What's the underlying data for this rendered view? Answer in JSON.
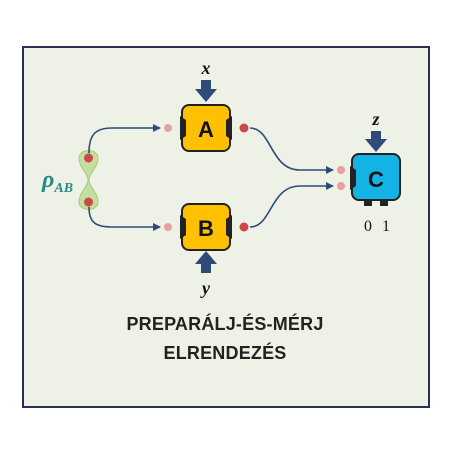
{
  "inputs": {
    "x": "x",
    "y": "y",
    "z": "z"
  },
  "boxes": {
    "a": "A",
    "b": "B",
    "c": "C"
  },
  "source": {
    "symbol": "ρ",
    "subscript": "AB"
  },
  "outputs": [
    "0",
    "1"
  ],
  "caption": {
    "line1": "PREPARÁLJ-ÉS-MÉRJ",
    "line2": "ELRENDEZÉS"
  },
  "colors": {
    "frame_border": "#2a2f55",
    "frame_fill": "#eef2e6",
    "box_ab": "#ffc000",
    "box_c": "#14b3e6",
    "arrow": "#2e4b7a",
    "source_fill": "#c6dfa0",
    "port": "#e8a0a0",
    "dot": "#c94a4a"
  }
}
